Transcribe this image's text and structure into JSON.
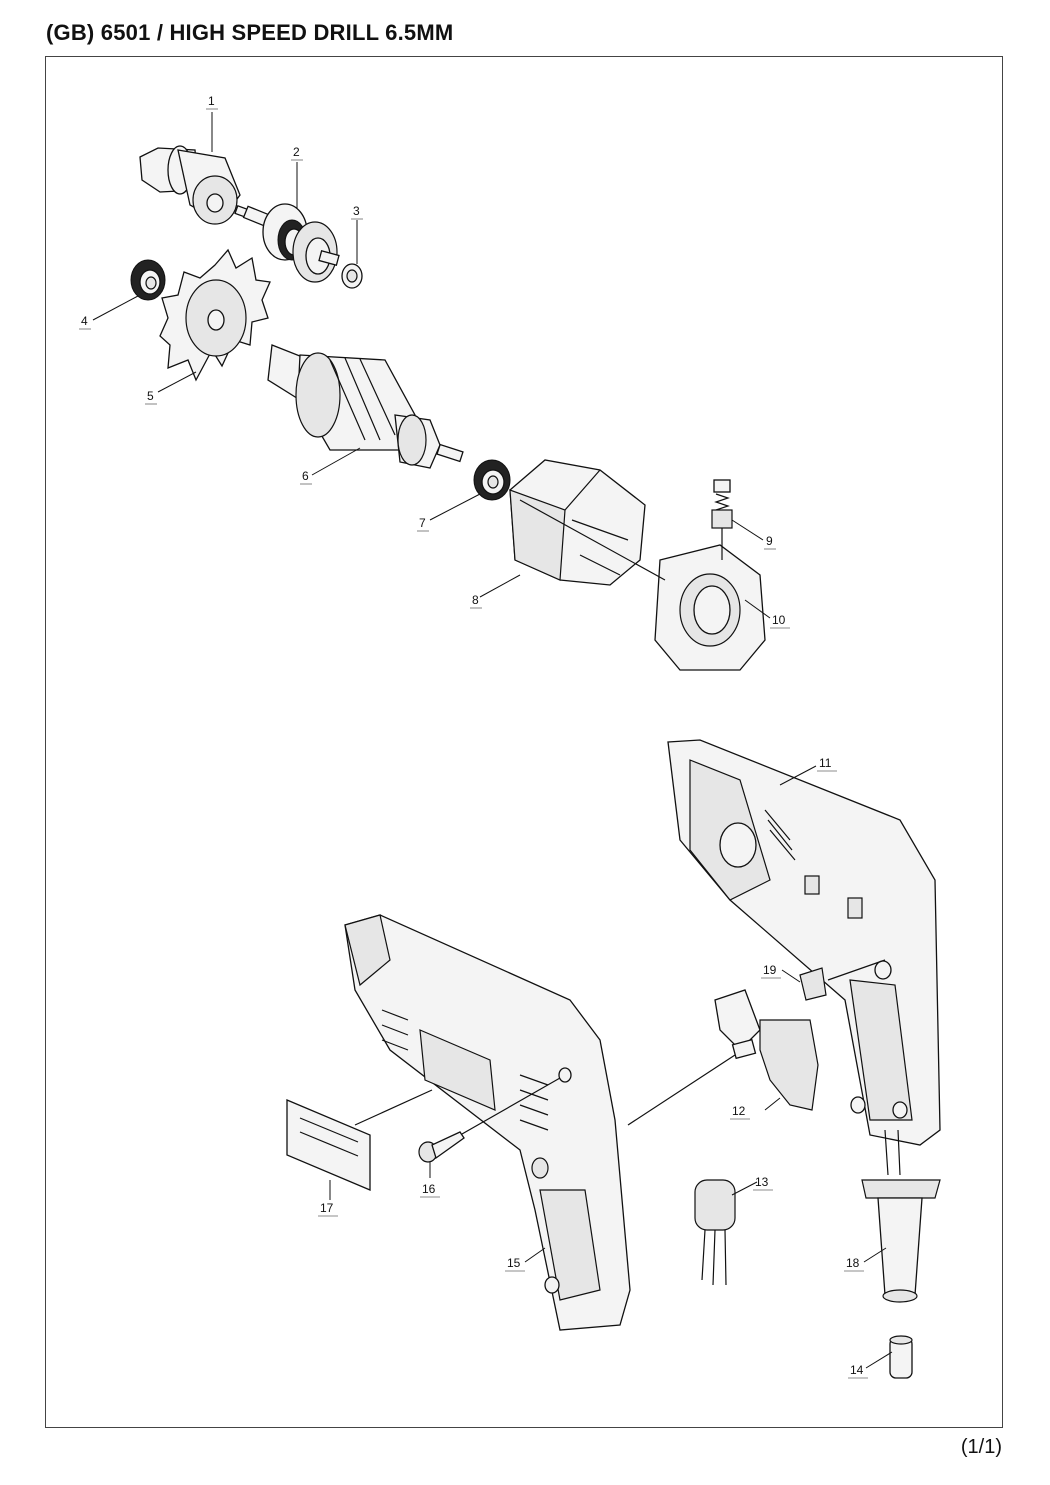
{
  "title": "(GB) 6501 / HIGH SPEED DRILL 6.5MM",
  "page": "(1/1)",
  "parts": [
    "1",
    "2",
    "3",
    "4",
    "5",
    "6",
    "7",
    "8",
    "9",
    "10",
    "11",
    "12",
    "13",
    "14",
    "15",
    "16",
    "17",
    "18",
    "19"
  ]
}
